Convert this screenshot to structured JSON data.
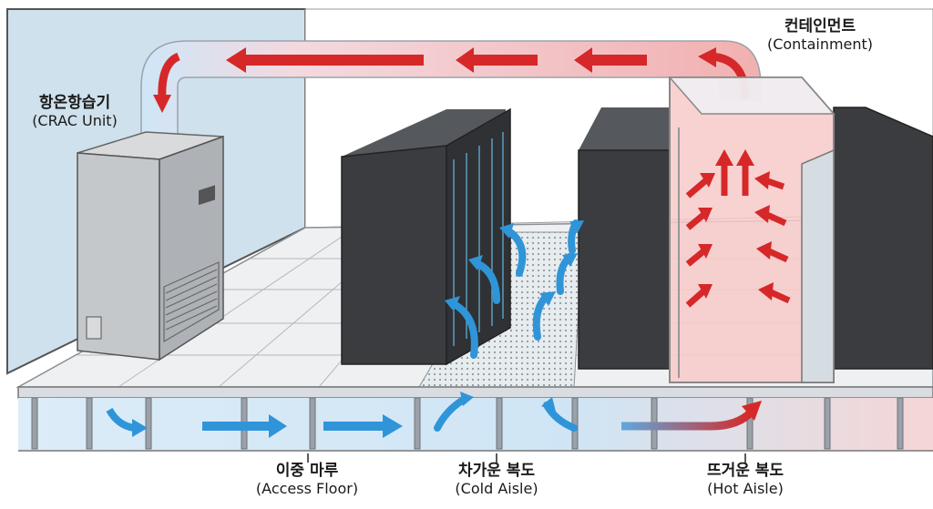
{
  "labels": {
    "crac": {
      "ko": "항온항습기",
      "en": "(CRAC Unit)"
    },
    "containment": {
      "ko": "컨테인먼트",
      "en": "(Containment)"
    },
    "access_floor": {
      "ko": "이중 마루",
      "en": "(Access Floor)"
    },
    "cold_aisle": {
      "ko": "차가운 복도",
      "en": "(Cold Aisle)"
    },
    "hot_aisle": {
      "ko": "뜨거운 복도",
      "en": "(Hot Aisle)"
    }
  },
  "colors": {
    "cold_air": "#2f95d8",
    "hot_air": "#d62828",
    "return_duct": "#f4b9b9",
    "containment": "#f7c9c9",
    "rack": "#3a3c40",
    "floor_tile": "#eef0f2"
  }
}
